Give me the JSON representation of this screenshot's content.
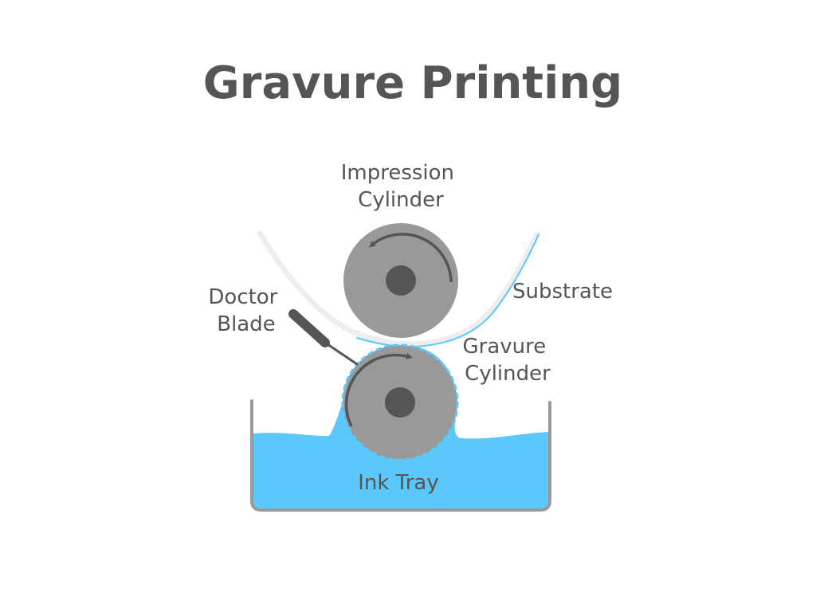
{
  "title": "Gravure Printing",
  "labels": {
    "impression_cylinder": [
      "Impression",
      "Cylinder"
    ],
    "doctor_blade": [
      "Doctor",
      "Blade"
    ],
    "substrate": "Substrate",
    "gravure_cylinder": [
      "Gravure",
      "Cylinder"
    ],
    "ink_tray": "Ink Tray"
  },
  "colors": {
    "text": "#555555",
    "cylinder": "#999999",
    "hub": "#555555",
    "ink": "#5ac8fa",
    "tray_outline": "#999999",
    "substrate": "#eeeeee",
    "substrate_edge": "#5ac8fa",
    "blade": "#555555"
  },
  "icons": {
    "impression_rotation": "counterclockwise-arrow-icon",
    "gravure_rotation": "clockwise-arrow-icon"
  }
}
